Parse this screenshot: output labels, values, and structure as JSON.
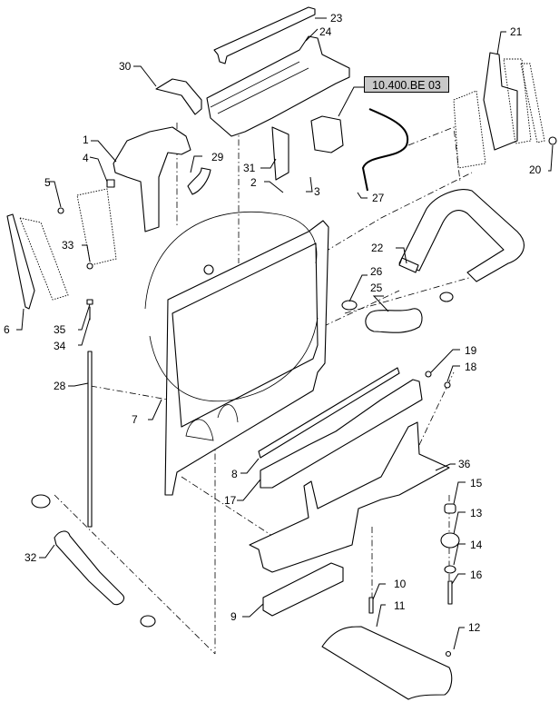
{
  "diagram": {
    "title": "Radiator / fan shroud exploded parts view",
    "reference_link": "10.400.BE 03",
    "callouts": [
      {
        "id": "1",
        "label": "1"
      },
      {
        "id": "2",
        "label": "2"
      },
      {
        "id": "3",
        "label": "3"
      },
      {
        "id": "4",
        "label": "4"
      },
      {
        "id": "5",
        "label": "5"
      },
      {
        "id": "6",
        "label": "6"
      },
      {
        "id": "7",
        "label": "7"
      },
      {
        "id": "8",
        "label": "8"
      },
      {
        "id": "9",
        "label": "9"
      },
      {
        "id": "10",
        "label": "10"
      },
      {
        "id": "11",
        "label": "11"
      },
      {
        "id": "12",
        "label": "12"
      },
      {
        "id": "13",
        "label": "13"
      },
      {
        "id": "14",
        "label": "14"
      },
      {
        "id": "15",
        "label": "15"
      },
      {
        "id": "16",
        "label": "16"
      },
      {
        "id": "17",
        "label": "17"
      },
      {
        "id": "18",
        "label": "18"
      },
      {
        "id": "19",
        "label": "19"
      },
      {
        "id": "20",
        "label": "20"
      },
      {
        "id": "21",
        "label": "21"
      },
      {
        "id": "22",
        "label": "22"
      },
      {
        "id": "23",
        "label": "23"
      },
      {
        "id": "24",
        "label": "24"
      },
      {
        "id": "25",
        "label": "25"
      },
      {
        "id": "26",
        "label": "26"
      },
      {
        "id": "27",
        "label": "27"
      },
      {
        "id": "28",
        "label": "28"
      },
      {
        "id": "29",
        "label": "29"
      },
      {
        "id": "30",
        "label": "30"
      },
      {
        "id": "31",
        "label": "31"
      },
      {
        "id": "32",
        "label": "32"
      },
      {
        "id": "33",
        "label": "33"
      },
      {
        "id": "34",
        "label": "34"
      },
      {
        "id": "35",
        "label": "35"
      },
      {
        "id": "36",
        "label": "36"
      }
    ]
  }
}
